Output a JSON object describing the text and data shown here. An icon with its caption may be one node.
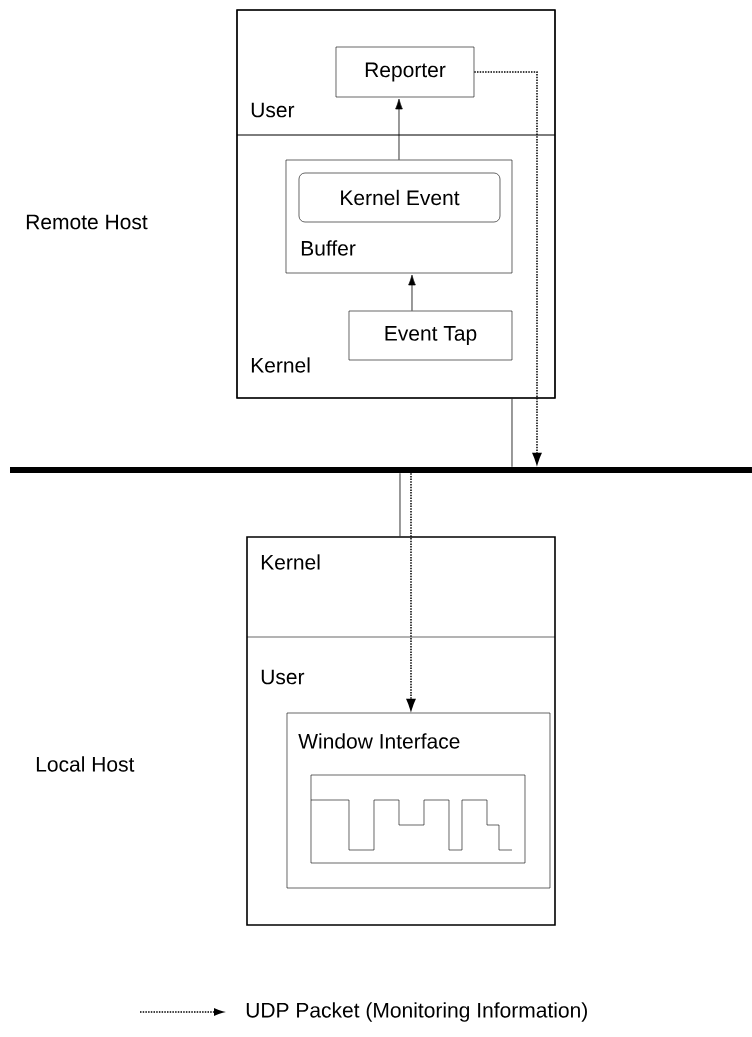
{
  "diagram": {
    "nodes": [
      {
        "text": [],
        "shape": "box"
      },
      {
        "text": [
          "User"
        ],
        "in": 0
      },
      {
        "text": [
          "Kernel"
        ],
        "in": 0
      },
      {
        "text": [
          "Reporter"
        ],
        "in": 1
      },
      {
        "text": [
          "Buffer"
        ],
        "in": 2
      },
      {
        "text": [
          "Kernel Event"
        ],
        "in": 4
      },
      {
        "text": [
          "Event Tap"
        ],
        "in": 2
      },
      {
        "text": [],
        "shape": "bar"
      },
      {
        "text": [],
        "shape": "box"
      },
      {
        "text": [
          "Window Interface"
        ],
        "in": 8
      }
    ],
    "edges": [
      {
        "from": 6,
        "to": 4,
        "arrow": "to"
      },
      {
        "from": 4,
        "to": 3,
        "arrow": "to"
      },
      {
        "from": 3,
        "to": 7,
        "arrow": "to",
        "style": "dashed"
      },
      {
        "from": 0,
        "to": 7,
        "arrow": "none"
      },
      {
        "from": 7,
        "to": 8,
        "arrow": "none"
      },
      {
        "from": 7,
        "to": 9,
        "arrow": "to",
        "style": "dashed"
      }
    ],
    "labels": [
      "Remote Host",
      "Kernel",
      "User",
      "Local Host"
    ],
    "legend": [
      {
        "text": "UDP Packet (Monitoring Information)"
      }
    ]
  }
}
